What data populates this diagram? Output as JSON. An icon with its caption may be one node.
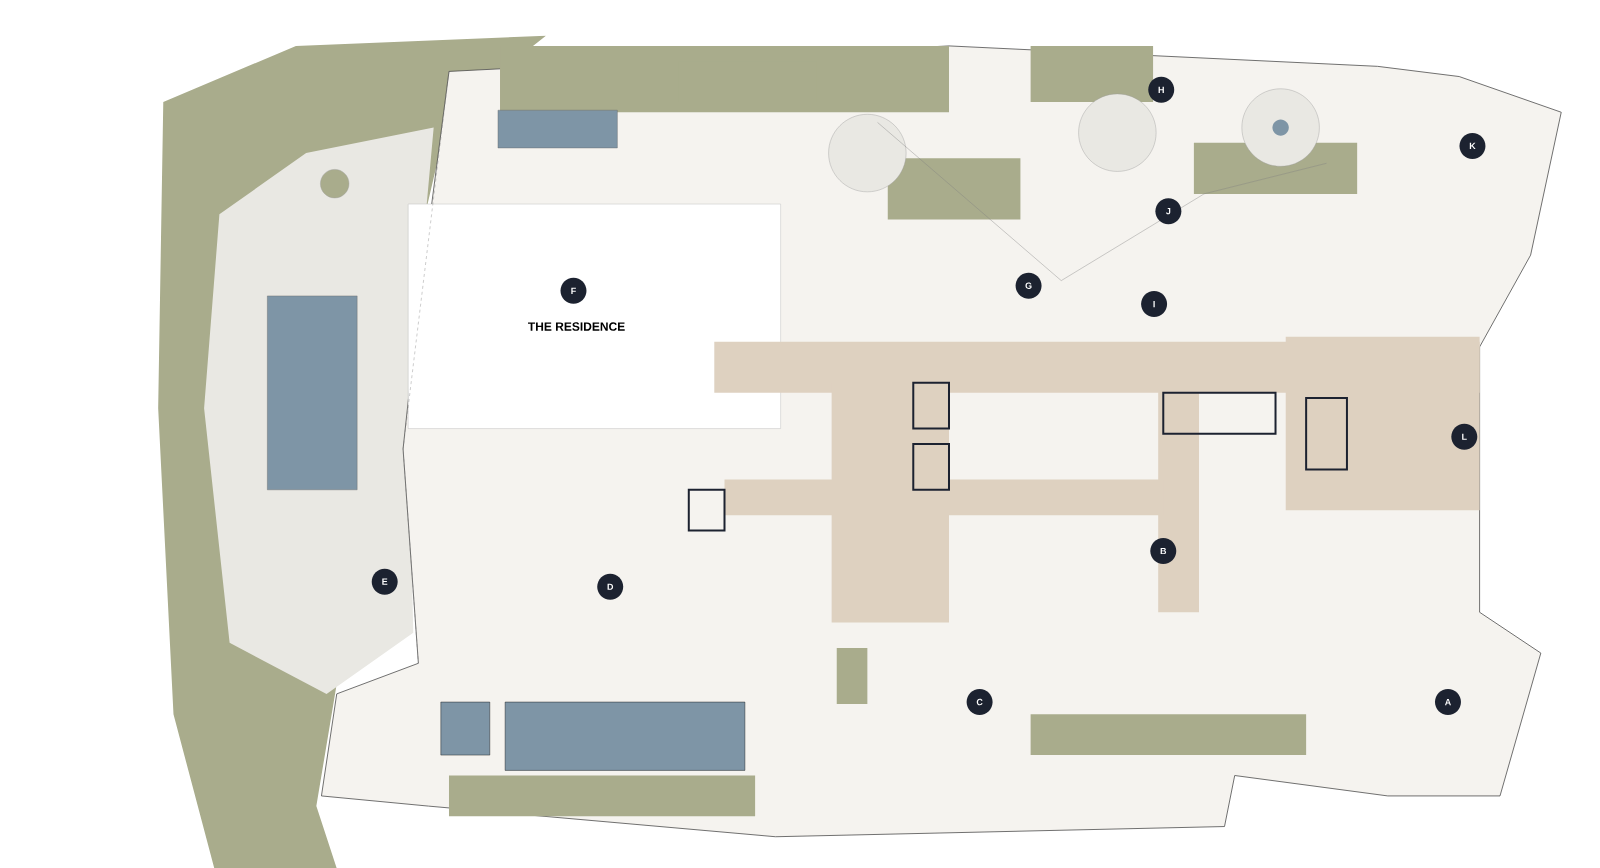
{
  "diagram": {
    "labels": [
      "H",
      "K",
      "J",
      "G",
      "F",
      "I",
      "THE RESIDENCE",
      "L",
      "B",
      "E",
      "D",
      "C",
      "A"
    ]
  }
}
